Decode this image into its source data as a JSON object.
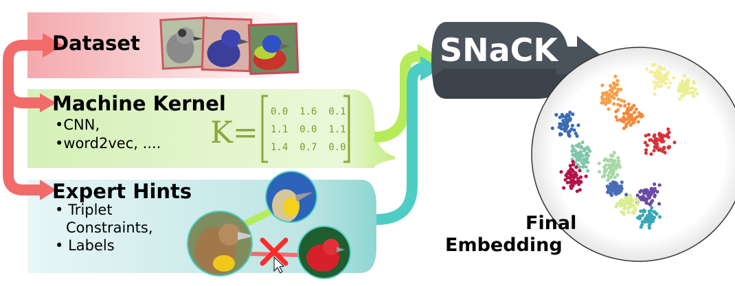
{
  "dataset": {
    "label": "Dataset"
  },
  "machine_kernel": {
    "title": "Machine Kernel",
    "bullets": [
      "CNN,",
      "word2vec, ...."
    ],
    "matrix_label": "K=",
    "matrix": [
      [
        "0.0",
        "1.6",
        "0.1"
      ],
      [
        "1.1",
        "0.0",
        "1.1"
      ],
      [
        "1.4",
        "0.7",
        "0.0"
      ]
    ]
  },
  "expert_hints": {
    "title": "Expert Hints",
    "bullets": [
      "Triplet",
      "Constraints,",
      "Labels"
    ]
  },
  "snack": {
    "label": "SNaCK"
  },
  "final_embedding": {
    "line1": "Final",
    "line2": "Embedding"
  },
  "colors": {
    "dataset_band": "#f7c9cc",
    "kernel_band": "#dff4c4",
    "hints_band": "#bfe6e6",
    "red_arrow": "#f26b6b",
    "green_arrow": "#b6ec5a",
    "teal_arrow": "#4ecdc4",
    "snack_box": "#4a525c",
    "matrix_green": "#8aa83a"
  },
  "icons": [
    "bird-photo-catbird",
    "bird-photo-indigo-bunting",
    "bird-photo-painted-bunting",
    "bird-photo-meadowlark",
    "bird-photo-tanager",
    "cross-mark-icon",
    "cursor-icon"
  ]
}
